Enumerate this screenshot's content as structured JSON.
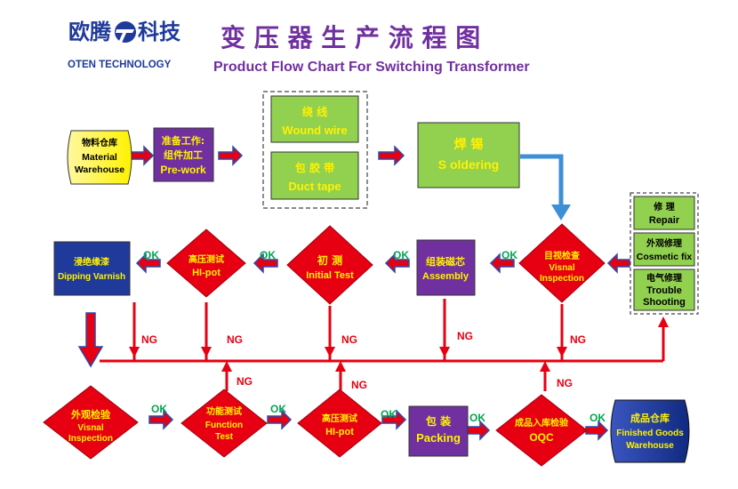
{
  "header": {
    "logo_cn": "欧腾",
    "logo_cn2": "科技",
    "logo_en": "OTEN TECHNOLOGY",
    "title_cn": "变 压 器 生 产 流 程 图",
    "title_en": "Product Flow Chart For  Switching    Transformer"
  },
  "colors": {
    "red": "#e60012",
    "yellow": "#fff200",
    "purple": "#7030a0",
    "green": "#92d050",
    "navy": "#1f3a9a",
    "blue_arrow": "#3d8fd6",
    "label_green": "#00a651"
  },
  "nodes": {
    "material": {
      "cn": "物料仓库",
      "en1": "Material",
      "en2": "Warehouse"
    },
    "prework": {
      "cn1": "准备工作:",
      "cn2": "组件加工",
      "en": "Pre-work"
    },
    "wound": {
      "cn": "绕    线",
      "en": "Wound wire"
    },
    "duct": {
      "cn": "包 胶 带",
      "en": "Duct tape"
    },
    "solder": {
      "cn": "焊    锡",
      "en": "S oldering"
    },
    "repair": {
      "cn": "修    理",
      "en": "Repair"
    },
    "cosmetic": {
      "cn": "外观修理",
      "en": "Cosmetic fix"
    },
    "trouble": {
      "cn": "电气修理",
      "en1": "Trouble",
      "en2": "Shooting"
    },
    "visnal1": {
      "cn": "目视检查",
      "en1": "Visnal",
      "en2": "Inspection"
    },
    "assembly": {
      "cn": "组装磁芯",
      "en": "Assembly"
    },
    "initial": {
      "cn": "初    测",
      "en": "Initial Test"
    },
    "hipot1": {
      "cn": "高压测试",
      "en": "HI-pot"
    },
    "dipping": {
      "cn": "浸绝缘漆",
      "en": "Dipping Varnish"
    },
    "visnal2": {
      "cn": "外观检验",
      "en1": "Visnal",
      "en2": "Inspection"
    },
    "function": {
      "cn": "功能测试",
      "en1": "Function",
      "en2": "Test"
    },
    "hipot2": {
      "cn": "高压测试",
      "en": "HI-pot"
    },
    "packing": {
      "cn": "包    装",
      "en": "Packing"
    },
    "oqc": {
      "cn": "成品入库检验",
      "en": "OQC"
    },
    "finished": {
      "cn": "成品仓库",
      "en1": "Finished Goods",
      "en2": "Warehouse"
    }
  },
  "labels": {
    "ok": "OK",
    "ng": "NG"
  }
}
